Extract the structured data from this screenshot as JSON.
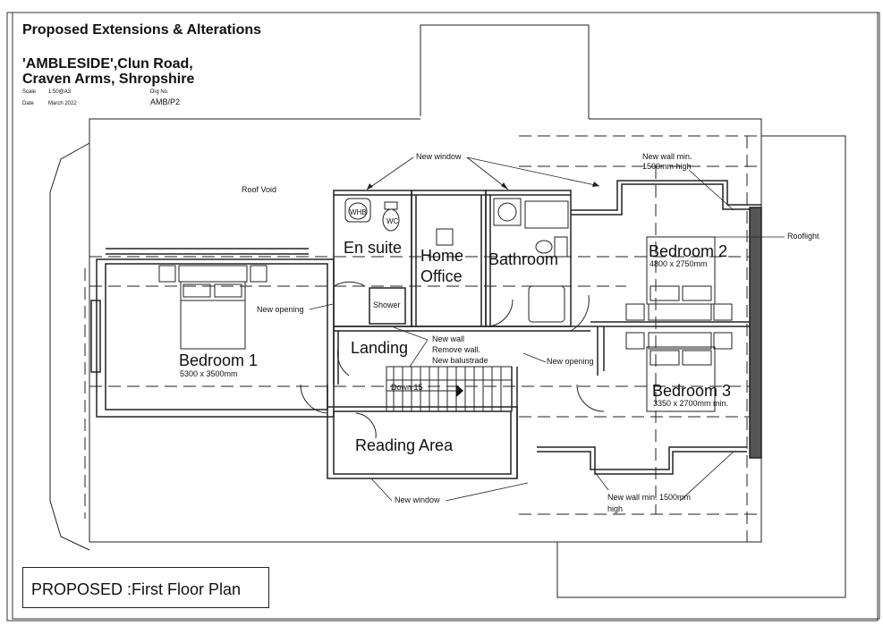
{
  "header": {
    "title": "Proposed Extensions & Alterations",
    "address_line1": "'AMBLESIDE',Clun Road,",
    "address_line2": "Craven Arms, Shropshire",
    "scale_label": "Scale",
    "scale_value": "1:50@A3",
    "date_label": "Date",
    "date_value": "March 2022",
    "drg_label": "Drg No.",
    "drg_value": "AMB/P2"
  },
  "rooms": {
    "bedroom1": "Bedroom 1",
    "bedroom1_size": "5300 x 3500mm",
    "ensuite": "En suite",
    "home_office_1": "Home",
    "home_office_2": "Office",
    "bathroom": "Bathroom",
    "bedroom2": "Bedroom 2",
    "bedroom2_size": "4800 x 2750mm",
    "bedroom3": "Bedroom 3",
    "bedroom3_size": "3350 x 2700mm min.",
    "landing": "Landing",
    "reading_area": "Reading Area",
    "shower": "Shower",
    "roof_void": "Roof Void",
    "whb": "WHB",
    "wc": "WC"
  },
  "annotations": {
    "new_window_top": "New window",
    "new_window_bottom": "New window",
    "new_wall_top_1": "New wall min.",
    "new_wall_top_2": "1500mm high",
    "rooflight": "Rooflight",
    "new_opening_left": "New opening",
    "new_opening_right": "New opening",
    "new_wall_1": "New wall",
    "new_wall_2": "Remove wall.",
    "new_wall_3": "New balustrade",
    "down": "Down 15",
    "new_wall_bottom_1": "New wall min. 1500mm",
    "new_wall_bottom_2": "high"
  },
  "footer": {
    "plan_title": "PROPOSED :First Floor Plan"
  }
}
